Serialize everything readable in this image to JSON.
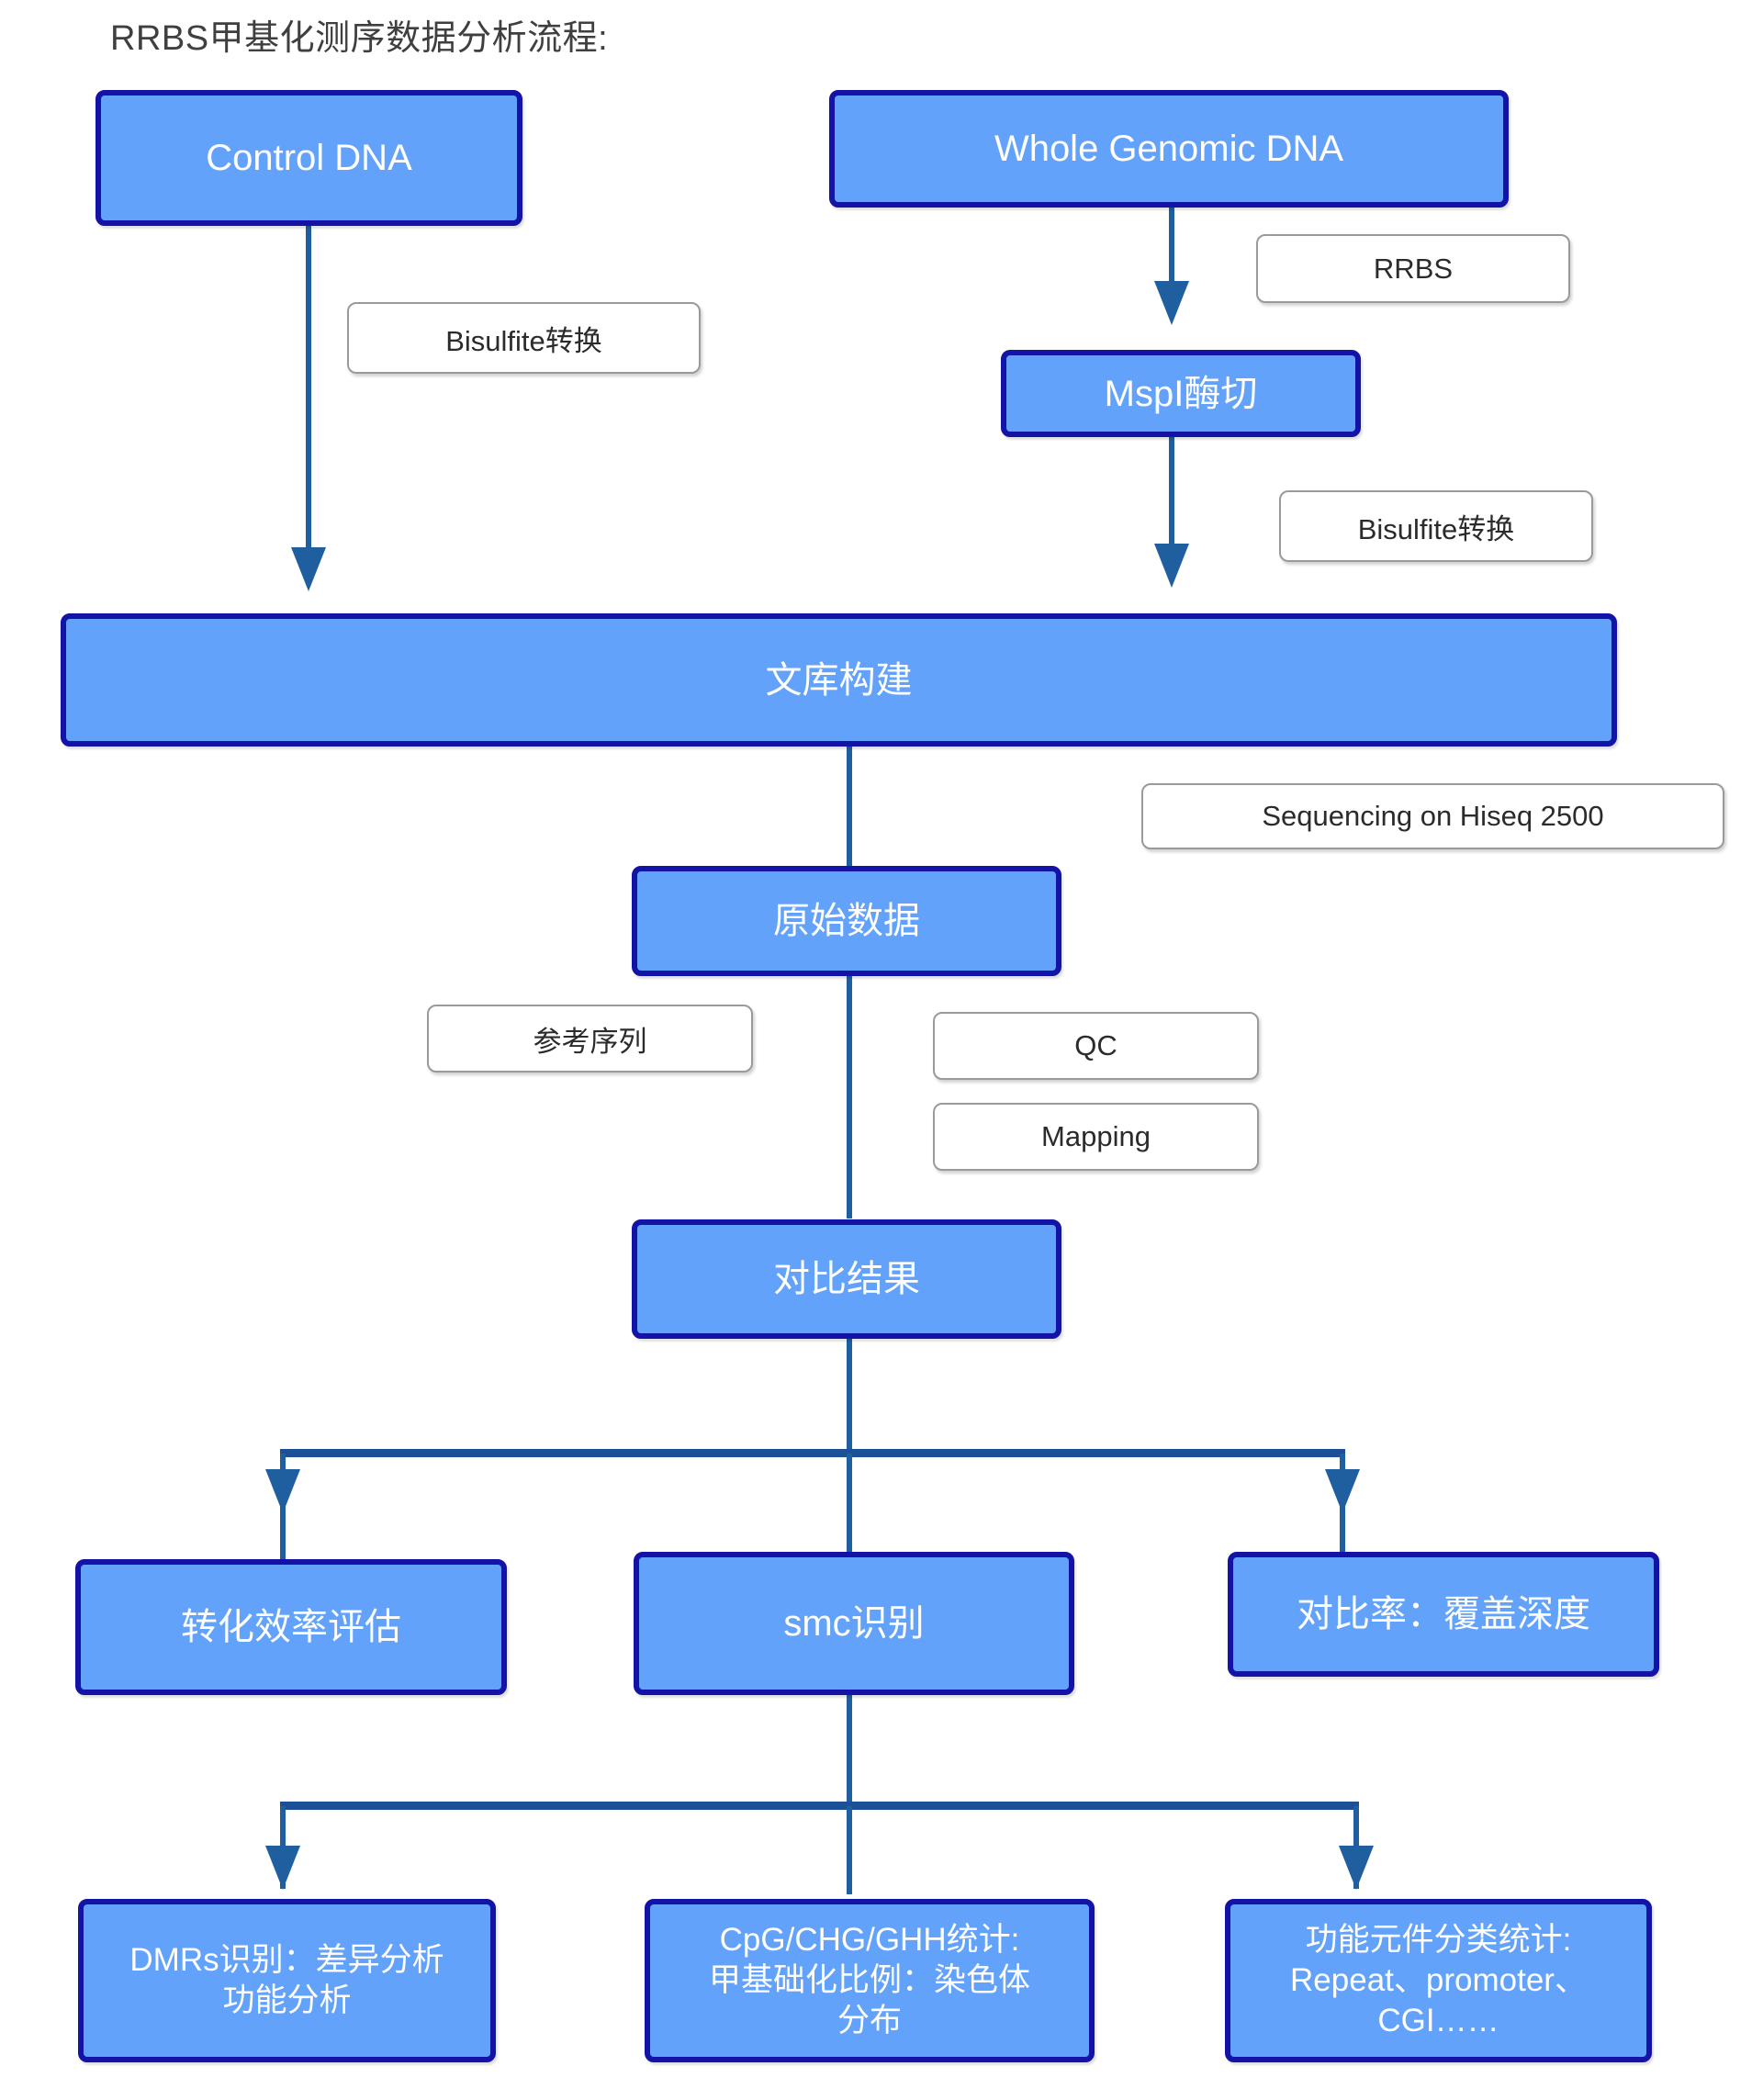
{
  "page": {
    "title": "RRBS甲基化测序数据分析流程:",
    "background": "#ffffff"
  },
  "colors": {
    "node_fill": "#63A2FA",
    "node_border": "#1313A8",
    "node_text": "#ffffff",
    "tag_fill": "#ffffff",
    "tag_border": "#9a9a9a",
    "tag_text": "#2b2b2b",
    "connector": "#1F5FA0",
    "connector_bar": "#1B4F96",
    "title_text": "#3f3f3f"
  },
  "nodes": {
    "control_dna": "Control DNA",
    "whole_genomic_dna": "Whole Genomic DNA",
    "mspl": "MspI酶切",
    "library": "文库构建",
    "raw_data": "原始数据",
    "mapping_result": "对比结果",
    "conversion_eff": "转化效率评估",
    "smc": "smc识别",
    "map_rate": "对比率：覆盖深度",
    "dmrs_line1": "DMRs识别：差异分析",
    "dmrs_line2": "功能分析",
    "cpg_line1": "CpG/CHG/GHH统计:",
    "cpg_line2": "甲基础化比例：染色体",
    "cpg_line3": "分布",
    "func_line1": "功能元件分类统计:",
    "func_line2": "Repeat、promoter、",
    "func_line3": "CGI……"
  },
  "tags": {
    "bisulfite_left": "Bisulfite转换",
    "rrbs": "RRBS",
    "bisulfite_right": "Bisulfite转换",
    "sequencing": "Sequencing on Hiseq 2500",
    "reference": "参考序列",
    "qc": "QC",
    "mapping": "Mapping"
  }
}
